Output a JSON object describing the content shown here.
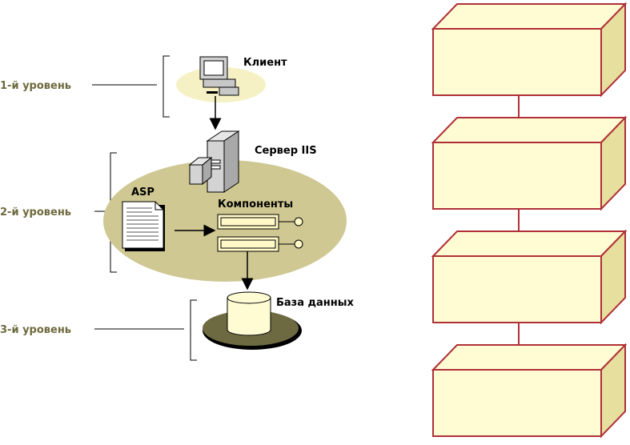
{
  "diagram": {
    "levels": [
      {
        "label": "1-й уровень"
      },
      {
        "label": "2-й уровень"
      },
      {
        "label": "3-й уровень"
      }
    ],
    "nodes": {
      "client": "Клиент",
      "server": "Сервер IIS",
      "asp": "ASP",
      "components": "Компоненты",
      "database": "База данных"
    },
    "right_stack": {
      "count": 4
    }
  },
  "colors": {
    "level_text": "#6e6a3e",
    "platform_fill": "#cfc892",
    "client_ellipse": "#f6f1c4",
    "db_ellipse": "#6d6a42",
    "box_front": "#fffbd3",
    "box_side": "#e6df9e",
    "box_outline": "#b03038",
    "component_fill": "#fff9c8"
  }
}
